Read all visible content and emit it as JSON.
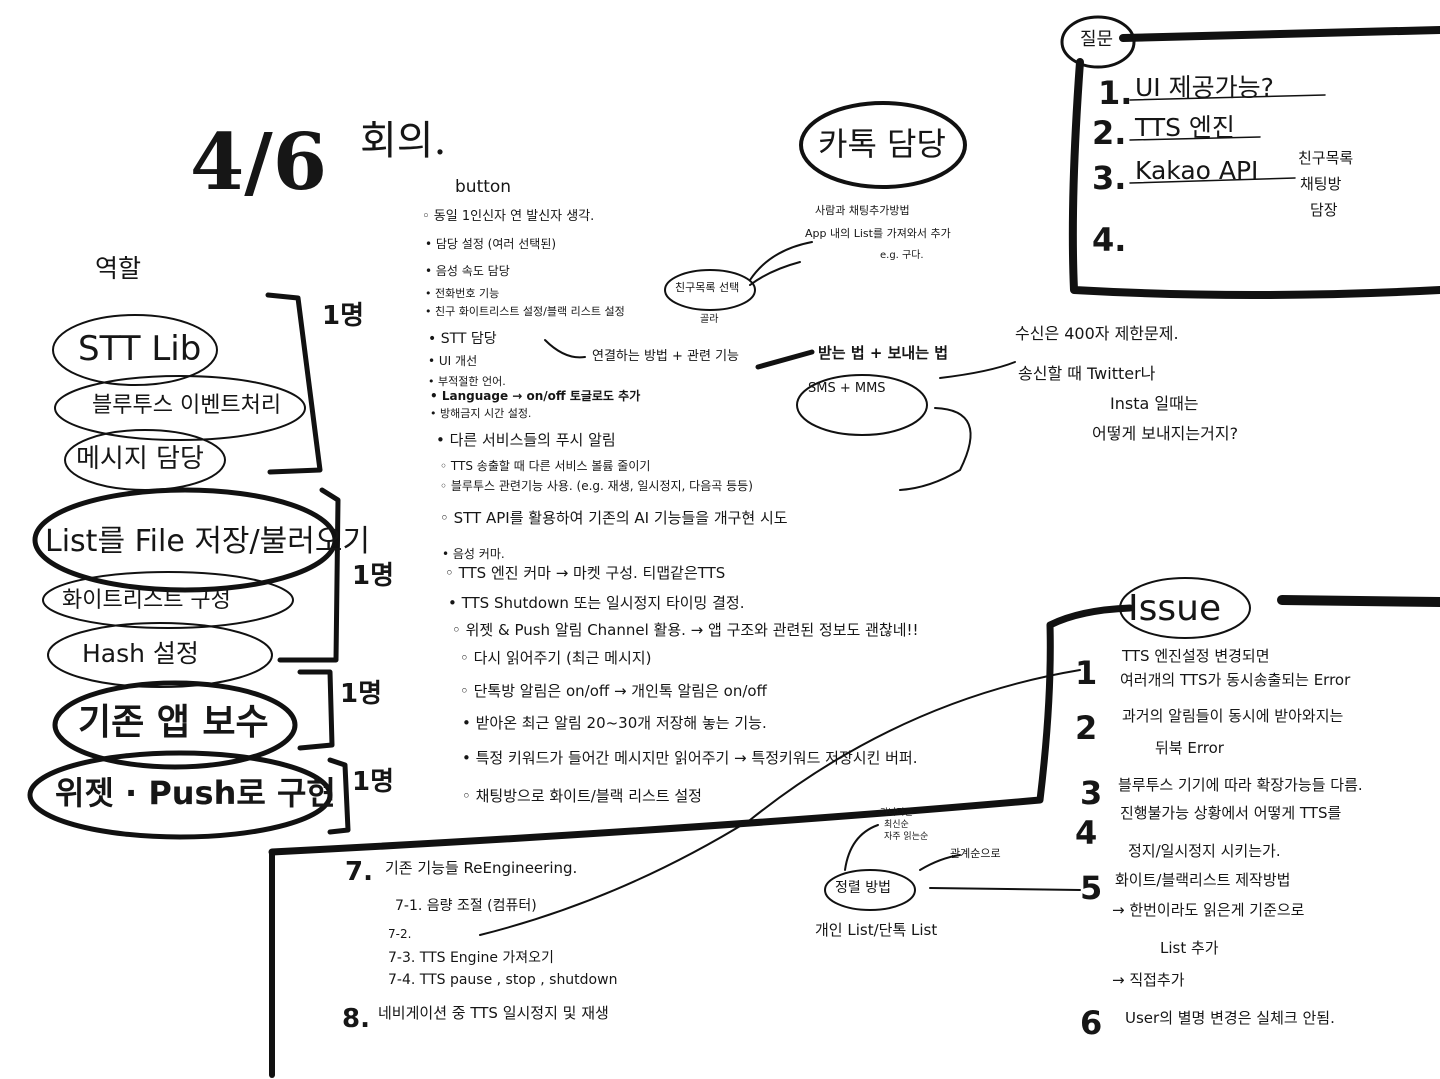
{
  "title": {
    "date": "4/6",
    "heading": "회의."
  },
  "roles": {
    "label": "역할",
    "groups": [
      {
        "count": "1명",
        "items": [
          "STT Lib",
          "블루투스 이벤트처리",
          "메시지 담당"
        ]
      },
      {
        "count": "1명",
        "items": [
          "List를 File 저장/불러오기",
          "화이트리스트 구성",
          "Hash 설정"
        ]
      },
      {
        "count": "1명",
        "items": [
          "기존 앱 보수"
        ]
      },
      {
        "count": "1명",
        "items": [
          "위젯 · Push로 구현"
        ]
      }
    ]
  },
  "kakao": {
    "label": "카톡 담당"
  },
  "notes": {
    "header": "button",
    "lines": [
      "◦ 동일 1인신자 연 발신자 생각.",
      "• 담당 설정 (여러 선택된)",
      "• 음성 속도 담당",
      "• 전화번호 기능",
      "• 친구 화이트리스트 설정/블랙 리스트 설정",
      "• STT 담당",
      "• UI 개선",
      "• 부적절한 언어.",
      "• Language → on/off 토글로도 추가",
      "• 방해금지 시간 설정.",
      "• 다른 서비스들의 푸시 알림",
      "◦ TTS 송출할 때 다른 서비스 볼륨 줄이기",
      "◦ 블루투스 관련기능 사용. (e.g. 재생, 일시정지, 다음곡 등등)",
      "◦ STT API를 활용하여 기존의 AI 기능들을 개구현 시도",
      "• 음성 커마.",
      "◦ TTS 엔진 커마 → 마켓 구성. 티맵같은TTS",
      "• TTS Shutdown 또는 일시정지 타이밍 결정.",
      "◦ 위젯 & Push 알림 Channel 활용. → 앱 구조와 관련된 정보도 괜찮네!!",
      "◦ 다시 읽어주기 (최근 메시지)",
      "◦ 단톡방 알림은 on/off → 개인톡 알림은 on/off",
      "• 받아온 최근 알림 20~30개 저장해 놓는 기능.",
      "• 특정 키워드가 들어간 메시지만 읽어주기 → 특정키워드 저장시킨 버퍼.",
      "◦ 채팅방으로 화이트/블랙 리스트 설정"
    ]
  },
  "flow": {
    "friend_list": "친구목록 선택",
    "pick": "골라",
    "arrow_up1": "사람과 채팅추가방법",
    "arrow_up2": "App 내의 List를 가져와서 추가",
    "arrow_up3": "e.g. 구다.",
    "stt_method": "연결하는 방법 + 관련 기능",
    "recv_send": "받는 법 + 보내는 법",
    "sms": "SMS + MMS",
    "limit": "수신은 400자 제한문제.",
    "twitter": "송신할 때 Twitter나",
    "insta": "Insta 일때는",
    "how_send": "어떻게 보내지는거지?"
  },
  "questions": {
    "label": "질문",
    "items": [
      {
        "num": "1.",
        "text": "UI 제공가능?"
      },
      {
        "num": "2.",
        "text": "TTS 엔진"
      },
      {
        "num": "3.",
        "text": "Kakao API",
        "note1": "친구목록",
        "note2": "채팅방",
        "note3": "담장"
      },
      {
        "num": "4.",
        "text": ""
      }
    ]
  },
  "issues": {
    "label": "Issue",
    "items": [
      {
        "num": "1",
        "lines": [
          "TTS 엔진설정 변경되면",
          "여러개의 TTS가 동시송출되는 Error"
        ]
      },
      {
        "num": "2",
        "lines": [
          "과거의 알림들이 동시에 받아와지는",
          "뒤북 Error"
        ]
      },
      {
        "num": "3",
        "lines": [
          "블루투스 기기에 따라 확장가능들 다름."
        ]
      },
      {
        "num": "4",
        "lines": [
          "진행불가능 상황에서 어떻게 TTS를",
          "정지/일시정지 시키는가."
        ]
      },
      {
        "num": "5",
        "lines": [
          "화이트/블랙리스트 제작방법",
          "→ 한번이라도 읽은게 기준으로",
          "List 추가",
          "→ 직접추가"
        ]
      },
      {
        "num": "6",
        "lines": [
          "User의 별명 변경은 실체크 안됨."
        ]
      }
    ]
  },
  "features": {
    "lines": [
      {
        "num": "7.",
        "text": "기존 기능들 ReEngineering."
      },
      {
        "num": "",
        "text": "7-1. 음량 조절 (컴퓨터)"
      },
      {
        "num": "",
        "text": "7-2."
      },
      {
        "num": "",
        "text": "7-3. TTS Engine 가져오기"
      },
      {
        "num": "",
        "text": "7-4. TTS pause , stop , shutdown"
      },
      {
        "num": "8.",
        "text": "네비게이션 중 TTS 일시정지 및 재생"
      }
    ]
  },
  "bottom": {
    "circle": "정렬 방법",
    "list": "개인 List/단톡 List",
    "top_note1": "가나다순",
    "top_note2": "최신순",
    "top_note3": "자주 읽는순",
    "right_note": "관계순으로"
  }
}
